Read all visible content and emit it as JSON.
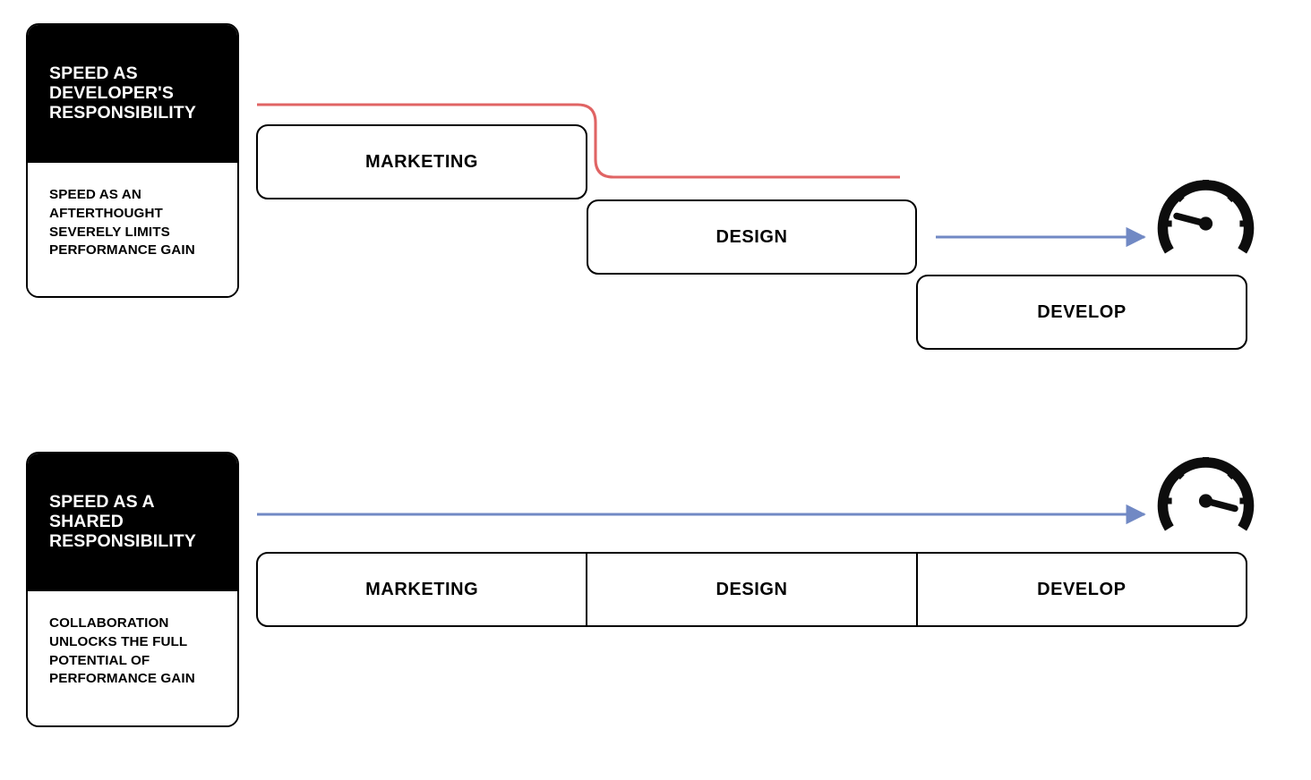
{
  "diagram": {
    "title": "Speed as developer's responsibility vs shared responsibility",
    "colors": {
      "accent_red": "#e06464",
      "accent_blue": "#7189c4",
      "stroke_black": "#000000",
      "card_head_bg": "#000000",
      "card_head_fg": "#ffffff",
      "canvas": "#ffffff"
    }
  },
  "rows": [
    {
      "id": "row-developer-responsibility",
      "card": {
        "heading": "SPEED AS\nDEVELOPER'S\nRESPONSIBILITY",
        "body": "SPEED AS AN\nAFTERTHOUGHT\nSEVERELY LIMITS\nPERFORMANCE GAIN"
      },
      "stages": [
        {
          "id": "stage-marketing",
          "label": "MARKETING"
        },
        {
          "id": "stage-design",
          "label": "DESIGN"
        },
        {
          "id": "stage-develop",
          "label": "DEVELOP"
        }
      ],
      "connectors": [
        {
          "id": "red-step-line",
          "kind": "step-line",
          "color": "#e06464",
          "arrowhead": false,
          "semantic": "speed-handed-off-late"
        },
        {
          "id": "blue-speed-arrow",
          "kind": "arrow",
          "color": "#7189c4",
          "arrowhead": true,
          "semantic": "short-speed-runway"
        }
      ],
      "gauge": {
        "id": "gauge-low",
        "icon": "speedometer-icon",
        "needle": "low",
        "needle_angle_deg": 200,
        "ticks": 5
      }
    },
    {
      "id": "row-shared-responsibility",
      "card": {
        "heading": "SPEED AS A\nSHARED\nRESPONSIBILITY",
        "body": "COLLABORATION\nUNLOCKS THE FULL\nPOTENTIAL OF\nPERFORMANCE GAIN"
      },
      "stages": [
        {
          "id": "stage-marketing-2",
          "label": "MARKETING"
        },
        {
          "id": "stage-design-2",
          "label": "DESIGN"
        },
        {
          "id": "stage-develop-2",
          "label": "DEVELOP"
        }
      ],
      "connectors": [
        {
          "id": "blue-full-arrow",
          "kind": "arrow",
          "color": "#7189c4",
          "arrowhead": true,
          "semantic": "full-length-speed-runway"
        }
      ],
      "gauge": {
        "id": "gauge-high",
        "icon": "speedometer-icon",
        "needle": "high",
        "needle_angle_deg": 340,
        "ticks": 5
      }
    }
  ]
}
